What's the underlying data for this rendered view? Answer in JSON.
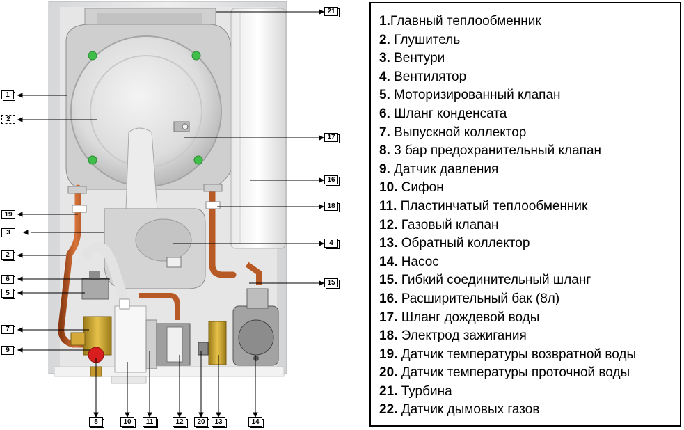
{
  "callouts": {
    "c1": "1",
    "c2a": "2",
    "c3": "3",
    "c2b": "2",
    "c6": "6",
    "c5": "5",
    "c7": "7",
    "c9": "9",
    "c19": "19",
    "c21": "21",
    "c17": "17",
    "c16": "16",
    "c18": "18",
    "c4": "4",
    "c15": "15",
    "c8": "8",
    "c10": "10",
    "c11": "11",
    "c12": "12",
    "c20": "20",
    "c13": "13",
    "c14": "14"
  },
  "legend": {
    "items": [
      {
        "num": "1.",
        "text": "Главный теплообменник"
      },
      {
        "num": "2.",
        "text": " Глушитель"
      },
      {
        "num": "3.",
        "text": " Вентури"
      },
      {
        "num": "4.",
        "text": " Вентилятор"
      },
      {
        "num": "5.",
        "text": " Моторизированный клапан"
      },
      {
        "num": "6.",
        "text": " Шланг конденсата"
      },
      {
        "num": "7.",
        "text": " Выпускной коллектор"
      },
      {
        "num": "8.",
        "text": " 3 бар предохранительный клапан"
      },
      {
        "num": "9.",
        "text": " Датчик давления"
      },
      {
        "num": "10.",
        "text": " Сифон"
      },
      {
        "num": "11.",
        "text": " Пластинчатый теплообменник"
      },
      {
        "num": "12.",
        "text": " Газовый клапан"
      },
      {
        "num": "13.",
        "text": " Обратный коллектор"
      },
      {
        "num": "14.",
        "text": " Насос"
      },
      {
        "num": "15.",
        "text": " Гибкий соединительный шланг"
      },
      {
        "num": "16.",
        "text": " Расширительный бак (8л)"
      },
      {
        "num": "17.",
        "text": " Шланг дождевой воды"
      },
      {
        "num": "18.",
        "text": " Электрод зажигания"
      },
      {
        "num": "19.",
        "text": " Датчик температуры возвратной воды"
      },
      {
        "num": "20.",
        "text": " Датчик температуры проточной воды"
      },
      {
        "num": "21.",
        "text": " Турбина"
      },
      {
        "num": "22.",
        "text": " Датчик дымовых газов"
      }
    ]
  }
}
